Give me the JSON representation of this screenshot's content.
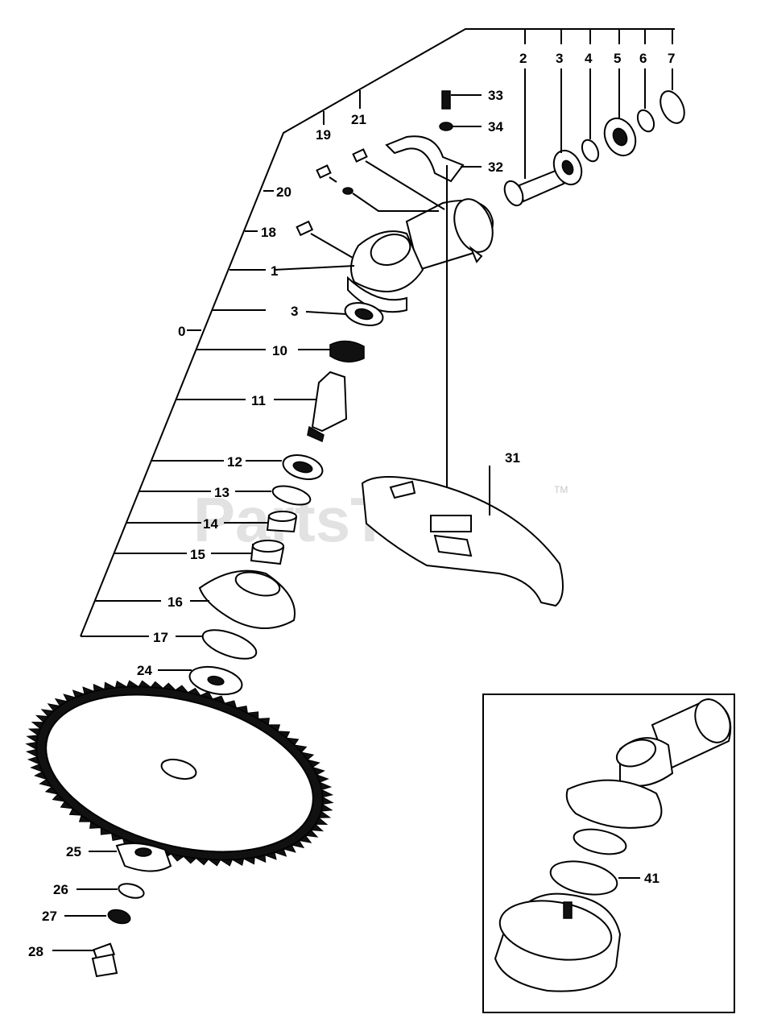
{
  "labels": {
    "l0": "0",
    "l1": "1",
    "l2": "2",
    "l3": "3",
    "l3b": "3",
    "l4": "4",
    "l5": "5",
    "l6": "6",
    "l7": "7",
    "l10": "10",
    "l11": "11",
    "l12": "12",
    "l13": "13",
    "l14": "14",
    "l15": "15",
    "l16": "16",
    "l17": "17",
    "l18": "18",
    "l19": "19",
    "l20": "20",
    "l21": "21",
    "l24": "24",
    "l25": "25",
    "l26": "26",
    "l27": "27",
    "l28": "28",
    "l31": "31",
    "l32": "32",
    "l33": "33",
    "l34": "34",
    "l41": "41"
  },
  "watermark": {
    "text": "PartsTree",
    "tm": "TM"
  }
}
